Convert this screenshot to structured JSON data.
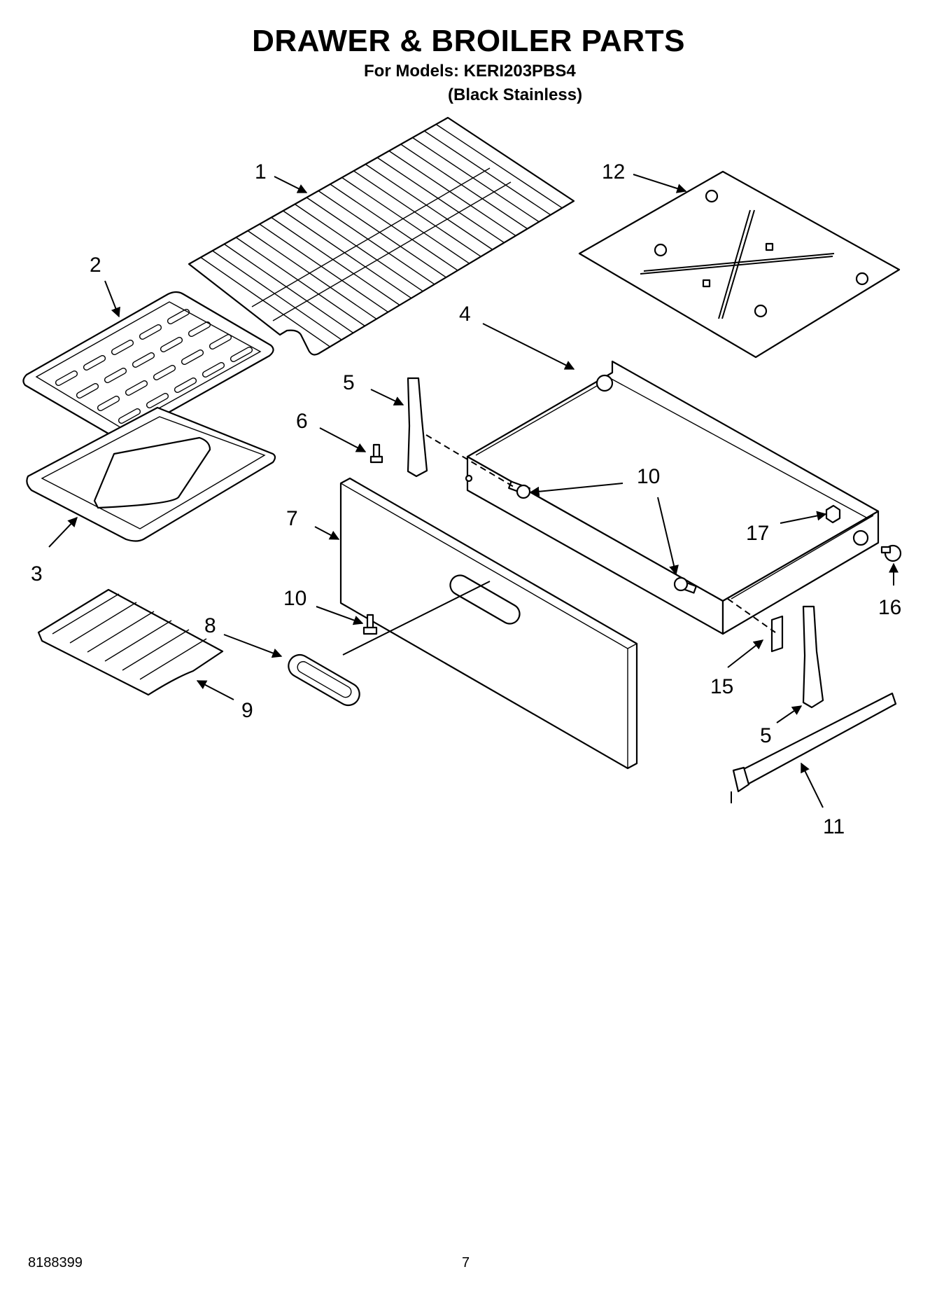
{
  "header": {
    "title": "DRAWER & BROILER PARTS",
    "models_line": "For Models: KERI203PBS4",
    "variant": "(Black Stainless)"
  },
  "callouts": [
    "1",
    "12",
    "2",
    "4",
    "5",
    "6",
    "7",
    "10",
    "17",
    "16",
    "3",
    "10",
    "8",
    "15",
    "5",
    "9",
    "11"
  ],
  "footer": {
    "doc_number": "8188399",
    "page_number": "7"
  }
}
